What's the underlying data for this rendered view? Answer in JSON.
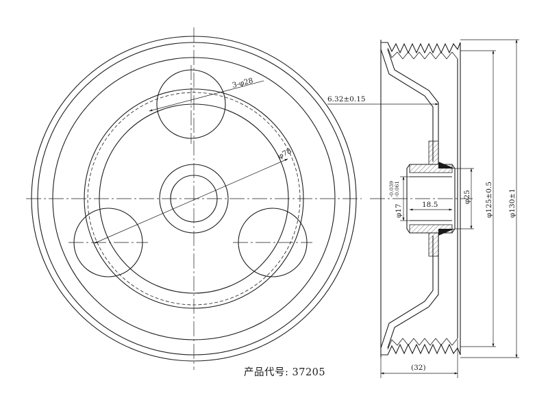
{
  "product_code": {
    "label": "产品代号:",
    "value": "37205"
  },
  "dimensions": {
    "holes": "3-φ28",
    "pcd": "φ78",
    "offset": "6.32±0.15",
    "bore": "φ17",
    "bore_tol_upper": "-0.039",
    "bore_tol_lower": "-0.061",
    "hub_length": "18.5",
    "hub_dia": "φ25",
    "groove_dia": "φ125±0.5",
    "outer_dia": "φ130±1",
    "width": "(32)"
  }
}
